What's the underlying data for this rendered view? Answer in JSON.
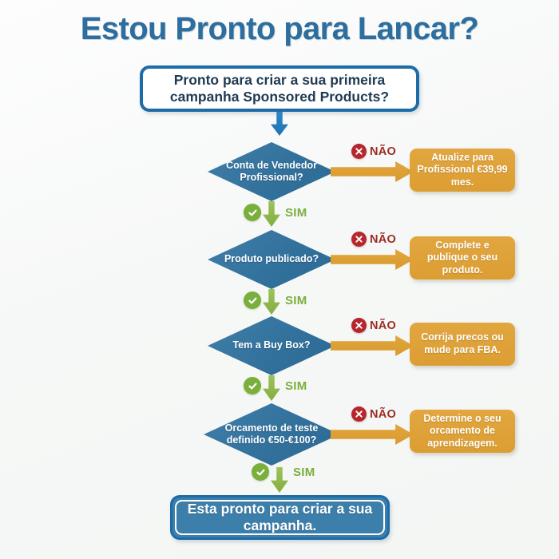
{
  "title": "Estou Pronto para Lancar?",
  "start": {
    "text": "Pronto para criar a sua primeira campanha Sponsored Products?"
  },
  "labels": {
    "yes": "SIM",
    "no": "NÃO",
    "yes_icon": "check-circle-icon",
    "no_icon": "x-circle-icon"
  },
  "colors": {
    "title": "#2d6e9e",
    "diamond": "#32719c",
    "action": "#dfa13a",
    "yes": "#7aaf3c",
    "no": "#b5272d",
    "box_border": "#1c6ca8",
    "background": "#f7f8f7"
  },
  "steps": [
    {
      "question": "Conta de Vendedor Profissional?",
      "action": "Atualize para Profissional €39,99 mes."
    },
    {
      "question": "Produto publicado?",
      "action": "Complete e publique o seu produto."
    },
    {
      "question": "Tem a Buy Box?",
      "action": "Corrija precos ou mude para FBA."
    },
    {
      "question": "Orcamento de teste definido €50-€100?",
      "action": "Determine o seu orcamento de aprendizagem."
    }
  ],
  "end": {
    "text": "Esta pronto para criar a sua campanha."
  }
}
